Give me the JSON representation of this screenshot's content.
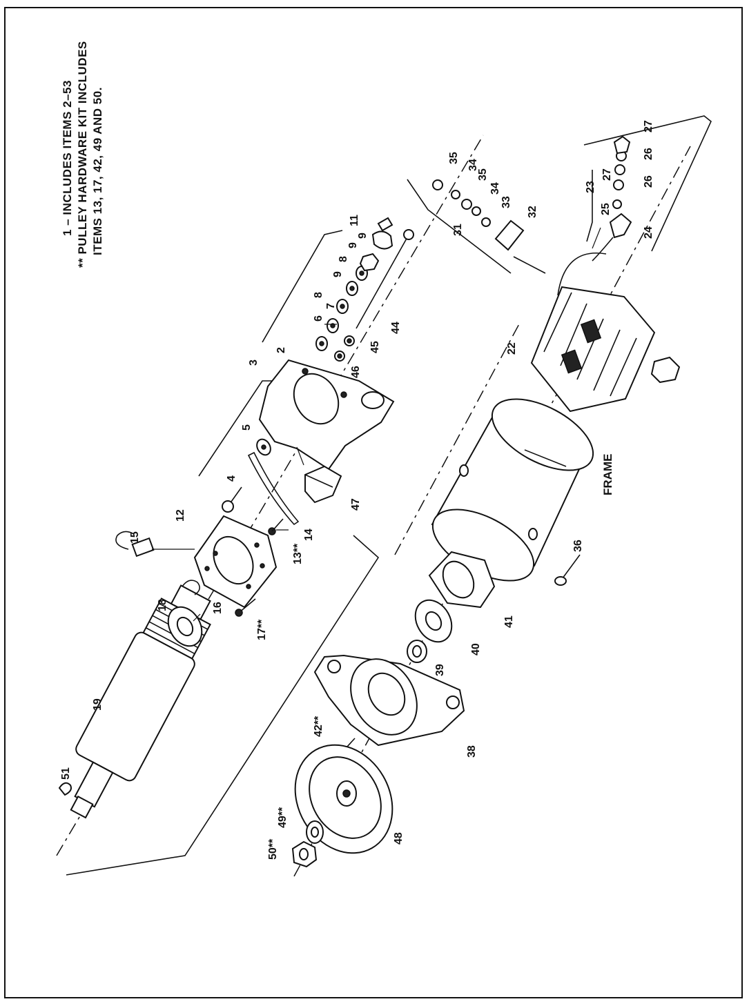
{
  "notes": [
    "1 – INCLUDES ITEMS 2–53",
    "** PULLEY HARDWARE KIT INCLUDES",
    "ITEMS 13, 17, 42, 49 AND 50."
  ],
  "callouts": {
    "c2": "2",
    "c3": "3",
    "c4": "4",
    "c5": "5",
    "c6": "6",
    "c7": "7",
    "c8a": "8",
    "c8b": "8",
    "c9a": "9",
    "c9b": "9",
    "c9c": "9",
    "c11": "11",
    "c12": "12",
    "c13": "13**",
    "c14": "14",
    "c15": "15",
    "c16": "16",
    "c17": "17**",
    "c18": "18",
    "c19": "19",
    "c22": "22",
    "c23": "23",
    "c24": "24",
    "c25": "25",
    "c26a": "26",
    "c26b": "26",
    "c27a": "27",
    "c27b": "27",
    "c31": "31",
    "c32": "32",
    "c33": "33",
    "c34a": "34",
    "c34b": "34",
    "c35a": "35",
    "c35b": "35",
    "c36": "36",
    "c38": "38",
    "c39": "39",
    "c40": "40",
    "c41": "41",
    "c42": "42**",
    "c44": "44",
    "c45": "45",
    "c46": "46",
    "c47": "47",
    "c48": "48",
    "c49": "49**",
    "c50": "50**",
    "c51": "51"
  },
  "frame_label": "FRAME"
}
